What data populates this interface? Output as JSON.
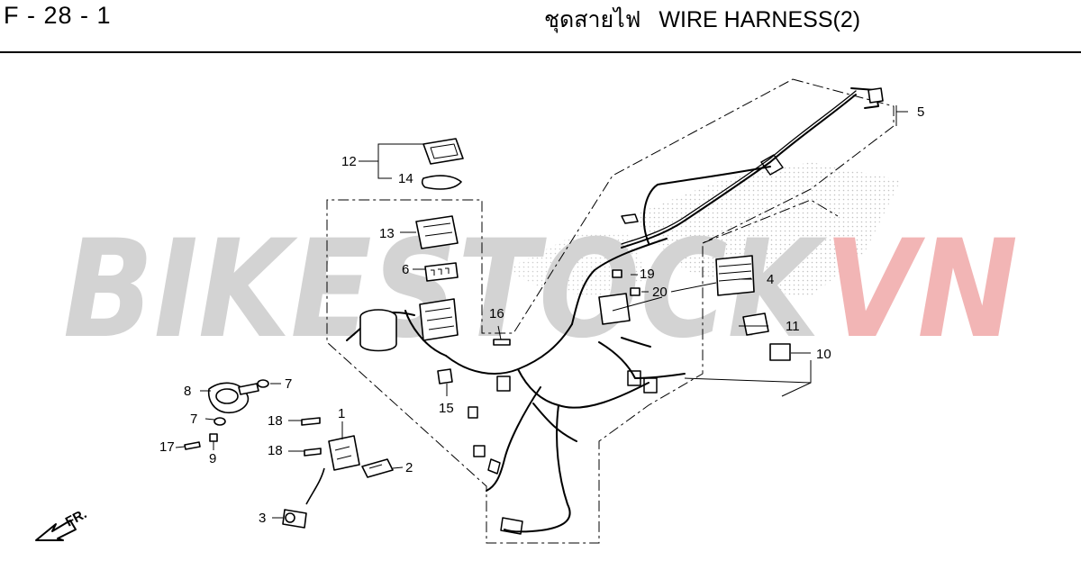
{
  "header": {
    "page_code": "F - 28 - 1",
    "title_thai": "ชุดสายไฟ",
    "title_en": "WIRE HARNESS(2)"
  },
  "watermark": {
    "part1": "BIKESTOCK",
    "part2": "VN",
    "colors": {
      "part1": "#d3d3d3",
      "part2": "#f2b5b5"
    }
  },
  "front_marker": {
    "label": "FR."
  },
  "callouts": {
    "c1": "1",
    "c2": "2",
    "c3": "3",
    "c4": "4",
    "c5": "5",
    "c6": "6",
    "c7a": "7",
    "c7b": "7",
    "c8": "8",
    "c9": "9",
    "c10": "10",
    "c11": "11",
    "c12": "12",
    "c13": "13",
    "c14": "14",
    "c15": "15",
    "c16": "16",
    "c17": "17",
    "c18a": "18",
    "c18b": "18",
    "c19": "19",
    "c20": "20"
  }
}
